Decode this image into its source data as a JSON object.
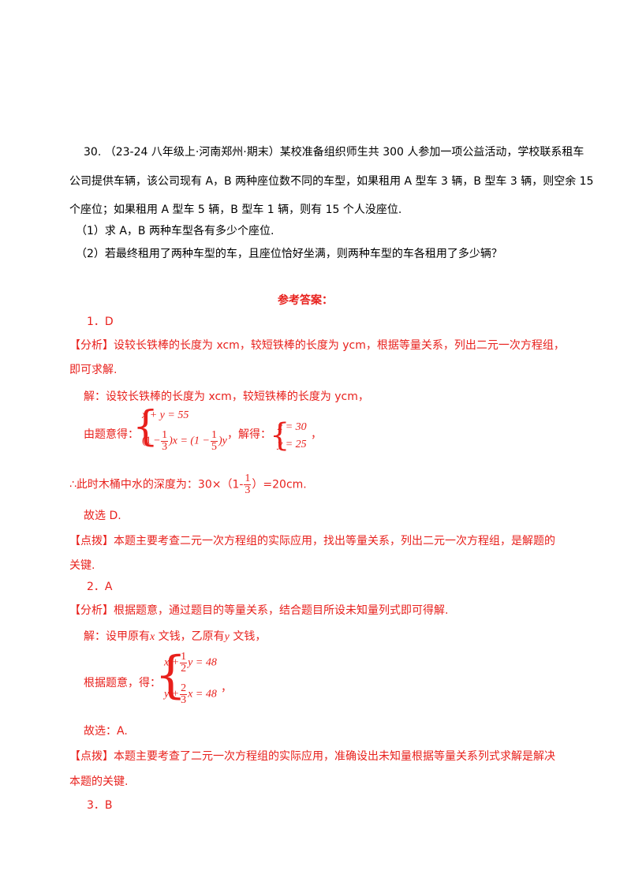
{
  "q30": {
    "number": "30.",
    "source": "（23-24 八年级上·河南郑州·期末）",
    "line1_rest": "某校准备组织师生共 300 人参加一项公益活动，学校联系租车",
    "line2": "公司提供车辆，该公司现有 A，B 两种座位数不同的车型，如果租用 A 型车 3 辆，B 型车 3 辆，则空余 15",
    "line3": "个座位；如果租用 A 型车 5 辆，B 型车 1 辆，则有 15 个人没座位.",
    "part1": "（1）求 A，B 两种车型各有多少个座位.",
    "part2": "（2）若最终租用了两种车型的车，且座位恰好坐满，则两种车型的车各租用了多少辆？"
  },
  "answers_title": "参考答案：",
  "a1": {
    "label": "1．D",
    "analysis_tag": "【分析】",
    "analysis_l1": "设较长铁棒的长度为 xcm，较短铁棒的长度为 ycm，根据等量关系，列出二元一次方程组，",
    "analysis_l2": "即可求解.",
    "sol_line": "解：设较长铁棒的长度为 xcm，较短铁棒的长度为 ycm，",
    "given_prefix": "由题意得：",
    "eq1": "x + y = 55",
    "eq2_a": "(1 −",
    "eq2_n1": "1",
    "eq2_d1": "3",
    "eq2_b": ")x = (1 −",
    "eq2_n2": "1",
    "eq2_d2": "5",
    "eq2_c": ")y",
    "solve_prefix": "，解得：",
    "r1": "x = 30",
    "r2": "y = 25",
    "comma": "，",
    "depth_a": "∴此时木桶中水的深度为：30×（1-",
    "depth_n": "1",
    "depth_d": "3",
    "depth_b": "）=20cm.",
    "choose": "故选 D.",
    "tip_tag": "【点拨】",
    "tip_l1": "本题主要考查二元一次方程组的实际应用，找出等量关系，列出二元一次方程组，是解题的",
    "tip_l2": "关键."
  },
  "a2": {
    "label": "2．A",
    "analysis_tag": "【分析】",
    "analysis_l1": "根据题意，通过题目的等量关系，结合题目所设未知量列式即可得解.",
    "sol_a": "解：设甲原有",
    "sol_x": "x",
    "sol_b": " 文钱，乙原有",
    "sol_y": "y",
    "sol_c": " 文钱，",
    "given_prefix": "根据题意，得：",
    "eq1_a": "x +",
    "eq1_n": "1",
    "eq1_d": "2",
    "eq1_b": "y = 48",
    "eq2_a": "y +",
    "eq2_n": "2",
    "eq2_d": "3",
    "eq2_b": "x = 48",
    "comma": "，",
    "choose": "故选：A.",
    "tip_tag": "【点拨】",
    "tip_l1": "本题主要考查了二元一次方程组的实际应用，准确设出未知量根据等量关系列式求解是解决",
    "tip_l2": "本题的关键."
  },
  "a3": {
    "label": "3．B"
  }
}
